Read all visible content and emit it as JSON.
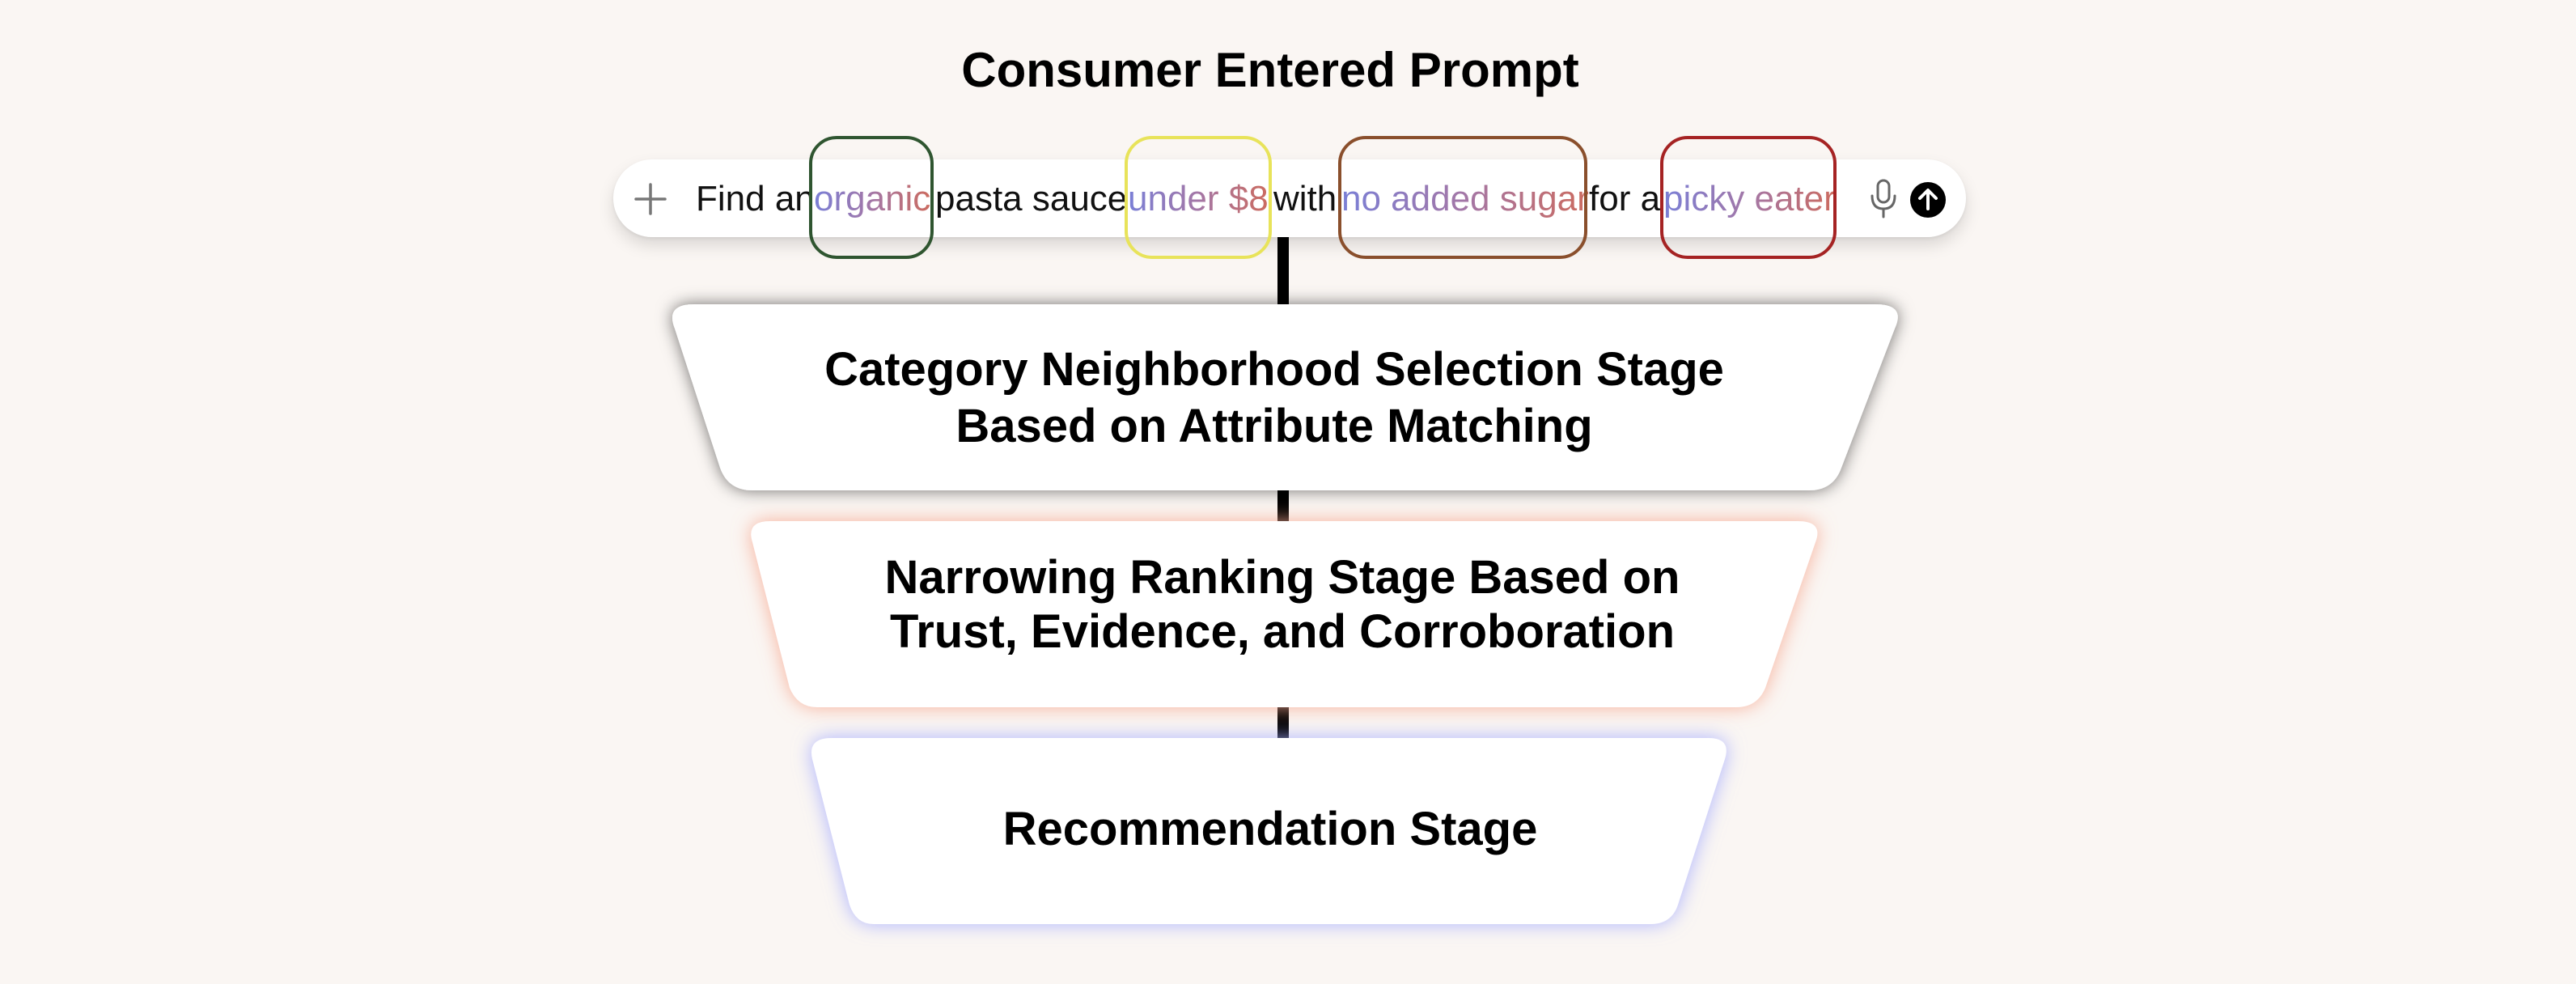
{
  "title": "Consumer Entered Prompt",
  "prompt": {
    "segments": {
      "find_an": "Find an",
      "organic": "organic",
      "pasta_sauce": "pasta sauce",
      "under_8": "under $8",
      "with": "with",
      "no_added_sugar": "no added sugar",
      "for_a": "for a",
      "picky_eater": "picky eater"
    },
    "highlight_colors": {
      "organic": "#2f5530",
      "under_8": "#e8e35a",
      "no_added_sugar": "#8a4f2c",
      "picky_eater": "#a52323"
    },
    "icons": [
      "plus-icon",
      "microphone-icon",
      "send-arrow-icon"
    ]
  },
  "stages": [
    {
      "text_line1": "Category Neighborhood Selection Stage",
      "text_line2": "Based on Attribute Matching",
      "glow_color": "#555555"
    },
    {
      "text_line1": "Narrowing Ranking Stage Based on",
      "text_line2": "Trust, Evidence, and Corroboration",
      "glow_color": "#f7b09a"
    },
    {
      "text_line1": "Recommendation Stage",
      "glow_color": "#aeb4ff"
    }
  ]
}
